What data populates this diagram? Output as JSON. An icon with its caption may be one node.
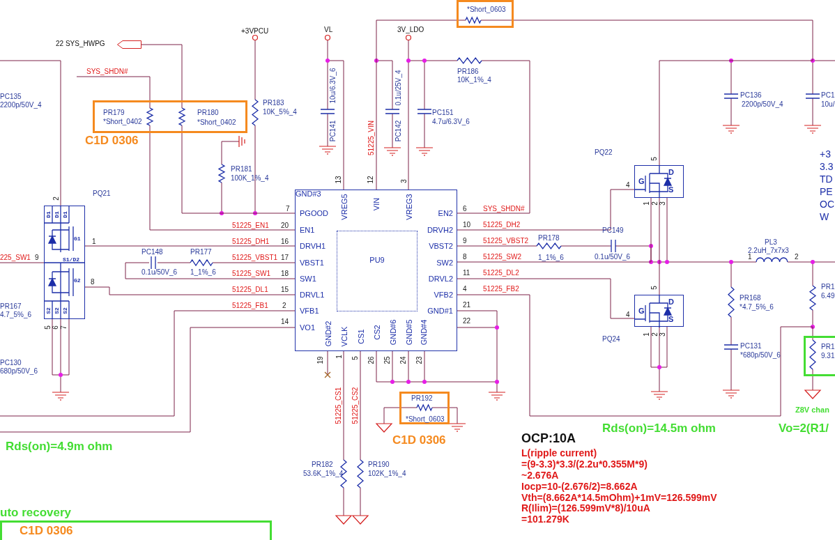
{
  "diagram": {
    "nodes": [
      {
        "text": [
          "*Short_0603"
        ]
      },
      {
        "text": [
          "PR179",
          "*Short_0402",
          "PR180",
          "*Short_0402"
        ],
        "beside": [
          "C1D 0306"
        ]
      },
      {
        "text": [],
        "shape": "arrow",
        "beside": [
          "22 SYS_HWPG"
        ]
      },
      {
        "text": [
          "D1",
          "D1",
          "D1",
          "G1",
          "S1/D2",
          "G2",
          "S2",
          "S2",
          "S2"
        ],
        "beside": [
          "PQ21"
        ]
      },
      {
        "text": [
          "PGOOD",
          "EN1",
          "DRVH1",
          "VBST1",
          "SW1",
          "DRVL1",
          "VFB1",
          "VO1",
          "VREG5",
          "VIN",
          "VREG3",
          "EN2",
          "DRVH2",
          "VBST2",
          "SW2",
          "DRVL2",
          "VFB2",
          "GND#1",
          "GND#2",
          "VCLK",
          "CS1",
          "CS2",
          "GND#6",
          "GND#5",
          "GND#4",
          "GND#3"
        ]
      },
      {
        "text": [
          "PU9"
        ],
        "in": 4
      },
      {
        "text": [
          "G",
          "D",
          "S"
        ]
      },
      {
        "text": [
          "G",
          "D",
          "S"
        ],
        "beside": [
          "PQ24"
        ]
      },
      {
        "text": [
          "PR192",
          "*Short_0603"
        ],
        "beside": [
          "C1D 0306"
        ]
      },
      {
        "text": [
          "C1D 0306"
        ],
        "beside": [
          "uto recovery"
        ]
      },
      {
        "text": [
          "PR1",
          "9.31"
        ]
      }
    ],
    "edges": [
      {
        "from": 0,
        "to": 4,
        "arrow": "none"
      },
      {
        "from": 0,
        "to": 6,
        "arrow": "none"
      },
      {
        "from": 2,
        "to": 1,
        "arrow": "none"
      },
      {
        "from": 1,
        "to": 4,
        "arrow": "none"
      },
      {
        "from": 1,
        "to": 4,
        "arrow": "none"
      },
      {
        "from": 4,
        "to": 3,
        "arrow": "none"
      },
      {
        "from": 4,
        "to": 3,
        "arrow": "none"
      },
      {
        "from": 4,
        "to": 6,
        "arrow": "none"
      },
      {
        "from": 6,
        "to": 7,
        "arrow": "none"
      },
      {
        "from": 4,
        "to": 7,
        "arrow": "none"
      },
      {
        "from": 4,
        "to": 10,
        "arrow": "none"
      },
      {
        "from": 4,
        "to": 6,
        "arrow": "none"
      }
    ],
    "labels": [
      "+3VPCU",
      "VL",
      "3V_LDO",
      "SYS_SHDN#",
      "PR186",
      "10K_1%_4",
      "PC135",
      "2200p/50V_4",
      "PR183",
      "10K_5%_4",
      "PC136",
      "2200p/50V_4",
      "PC1",
      "10u/",
      "10u/6.3V_6",
      "PC141",
      "51225_VIN",
      "0.1u/25V_4",
      "PC142",
      "PC151",
      "4.7u/6.3V_6",
      "PQ22",
      "+3",
      "3.3",
      "TD",
      "PE",
      "OC",
      "W",
      "PR181",
      "100K_1%_4",
      "13",
      "12",
      "3",
      "5",
      "4",
      "2",
      "7",
      "6",
      "SYS_SHDN#",
      "1",
      "2",
      "3",
      "51225_EN1",
      "20",
      "10",
      "51225_DH2",
      "PC149",
      "PR178",
      "1",
      "51225_DH1",
      "16",
      "9",
      "51225_VBST2",
      "PL3",
      "PC148",
      "PR177",
      "2.2uH_7x7x3",
      "225_SW1",
      "9",
      "51225_VBST1",
      "17",
      "8",
      "51225_SW2",
      "1_1%_6",
      "0.1u/50V_6",
      "1",
      "2",
      "0.1u/50V_6",
      "1_1%_6",
      "51225_SW1",
      "18",
      "11",
      "51225_DL2",
      "8",
      "51225_DL1",
      "15",
      "4",
      "51225_FB2",
      "5",
      "PR1",
      "PR168",
      "6.49",
      "PR167",
      "51225_FB1",
      "2",
      "21",
      "*4.7_5%_6",
      "4.7_5%_6",
      "4",
      "14",
      "22",
      "5",
      "6",
      "7",
      "1",
      "2",
      "3",
      "PC131",
      "*680p/50V_6",
      "PC130",
      "19",
      "1",
      "5",
      "26",
      "25",
      "24",
      "23",
      "680p/50V_6",
      "51225_CS1",
      "51225_CS2",
      "Z8V chan",
      "Rds(on)=14.5m ohm",
      "Vo=2(R1/",
      "Rds(on)=4.9m ohm",
      "OCP:10A",
      "L(ripple current)",
      "PR182",
      "PR190",
      "=(9-3.3)*3.3/(2.2u*0.355M*9)",
      "53.6K_1%_4",
      "102K_1%_4",
      "~2.676A",
      "Iocp=10-(2.676/2)=8.662A",
      "Vth=(8.662A*14.5mOhm)+1mV=126.599mV",
      "R(Ilim)=(126.599mV*8)/10uA",
      "=101.279K"
    ]
  }
}
